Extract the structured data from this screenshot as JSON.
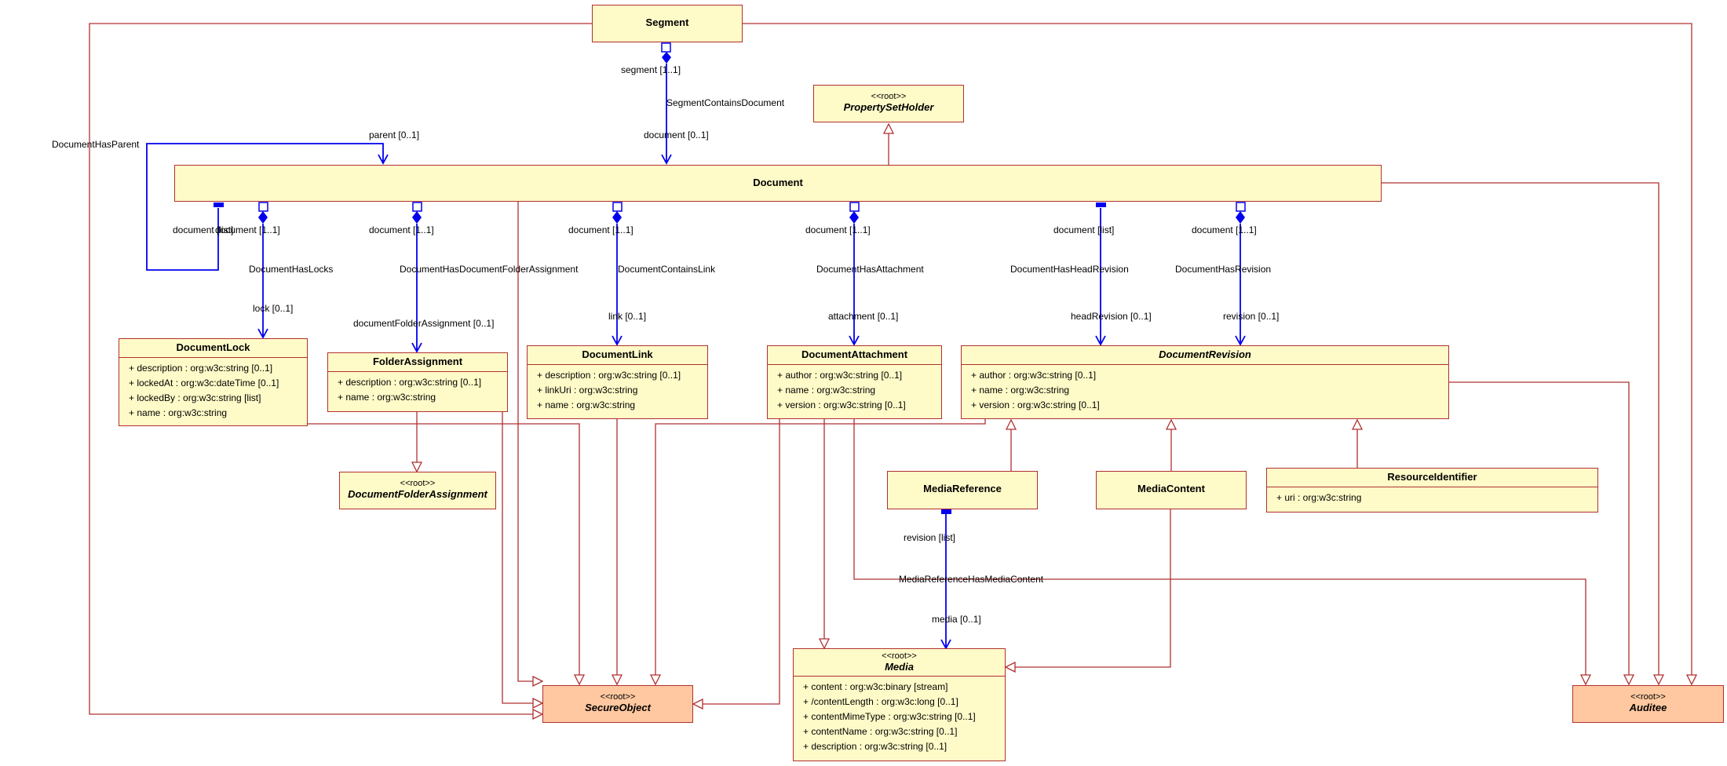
{
  "colors": {
    "class_fill": "#fffbc8",
    "root_fill": "#ffc8a0",
    "border": "#b03030",
    "association": "#0000ee",
    "generalization": "#b03030"
  },
  "classes": {
    "segment": {
      "name": "Segment"
    },
    "property_set_holder": {
      "stereotype": "<<root>>",
      "name": "PropertySetHolder"
    },
    "document": {
      "name": "Document"
    },
    "document_lock": {
      "name": "DocumentLock",
      "attributes": [
        "+ description : org:w3c:string [0..1]",
        "+ lockedAt : org:w3c:dateTime [0..1]",
        "+ lockedBy : org:w3c:string [list]",
        "+ name : org:w3c:string"
      ]
    },
    "folder_assignment": {
      "name": "FolderAssignment",
      "attributes": [
        "+ description : org:w3c:string [0..1]",
        "+ name : org:w3c:string"
      ]
    },
    "document_folder_assignment": {
      "stereotype": "<<root>>",
      "name": "DocumentFolderAssignment"
    },
    "document_link": {
      "name": "DocumentLink",
      "attributes": [
        "+ description : org:w3c:string [0..1]",
        "+ linkUri : org:w3c:string",
        "+ name : org:w3c:string"
      ]
    },
    "document_attachment": {
      "name": "DocumentAttachment",
      "attributes": [
        "+ author : org:w3c:string [0..1]",
        "+ name : org:w3c:string",
        "+ version : org:w3c:string [0..1]"
      ]
    },
    "document_revision": {
      "name": "DocumentRevision",
      "attributes": [
        "+ author : org:w3c:string [0..1]",
        "+ name : org:w3c:string",
        "+ version : org:w3c:string [0..1]"
      ]
    },
    "media_reference": {
      "name": "MediaReference"
    },
    "media_content": {
      "name": "MediaContent"
    },
    "resource_identifier": {
      "name": "ResourceIdentifier",
      "attributes": [
        "+ uri : org:w3c:string"
      ]
    },
    "media": {
      "stereotype": "<<root>>",
      "name": "Media",
      "attributes": [
        "+ content : org:w3c:binary [stream]",
        "+ /contentLength : org:w3c:long [0..1]",
        "+ contentMimeType : org:w3c:string [0..1]",
        "+ contentName : org:w3c:string [0..1]",
        "+ description : org:w3c:string [0..1]"
      ]
    },
    "secure_object": {
      "stereotype": "<<root>>",
      "name": "SecureObject"
    },
    "auditee": {
      "stereotype": "<<root>>",
      "name": "Auditee"
    }
  },
  "labels": {
    "segment_role": "segment [1..1]",
    "segment_contains_document": "SegmentContainsDocument",
    "document_role_top": "document [0..1]",
    "document_has_parent": "DocumentHasParent",
    "parent_role": "parent [0..1]",
    "lock_doc_list": "document [list]",
    "lock_doc_role": "document [1..1]",
    "document_has_locks": "DocumentHasLocks",
    "lock_role": "lock [0..1]",
    "folder_doc_role": "document [1..1]",
    "document_has_folder_assignment": "DocumentHasDocumentFolderAssignment",
    "folder_assignment_role": "documentFolderAssignment [0..1]",
    "link_doc_role": "document [1..1]",
    "document_contains_link": "DocumentContainsLink",
    "link_role": "link [0..1]",
    "attachment_doc_role": "document [1..1]",
    "document_has_attachment": "DocumentHasAttachment",
    "attachment_role": "attachment [0..1]",
    "head_doc_role": "document [list]",
    "document_has_head_revision": "DocumentHasHeadRevision",
    "head_revision_role": "headRevision [0..1]",
    "revision_doc_role": "document [1..1]",
    "document_has_revision": "DocumentHasRevision",
    "revision_role": "revision [0..1]",
    "media_revision_role": "revision [list]",
    "media_reference_has_media_content": "MediaReferenceHasMediaContent",
    "media_role": "media [0..1]"
  }
}
